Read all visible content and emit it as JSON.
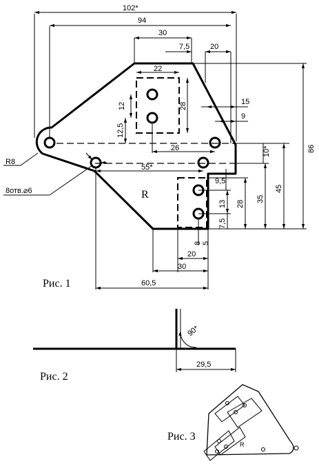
{
  "figures": {
    "fig1_caption": "Рис. 1",
    "fig2_caption": "Рис. 2",
    "fig3_caption": "Рис. 3"
  },
  "fig1": {
    "part_label": "R",
    "callouts": {
      "radius": "R8",
      "holes": "8отв.⌀6"
    },
    "dimensions": {
      "d102": "102*",
      "d94": "94",
      "d30_top": "30",
      "d7_5_top": "7,5",
      "d20_top": "20",
      "d22": "22",
      "d12": "12",
      "d28_left": "28",
      "d12_5": "12,5",
      "d15": "15",
      "d9": "9",
      "d26": "26",
      "d10": "10*",
      "d55": "55*",
      "d86": "86",
      "d45": "45",
      "d35": "35",
      "d28_right": "28",
      "d9_5": "9,5",
      "d13": "13",
      "d7_5_bottom": "7,5",
      "d8": "8",
      "d5": "5",
      "d20_bottom": "20",
      "d30_bottom": "30",
      "d60_5": "60,5"
    }
  },
  "fig2": {
    "angle": "90*",
    "d29_5": "29,5"
  }
}
